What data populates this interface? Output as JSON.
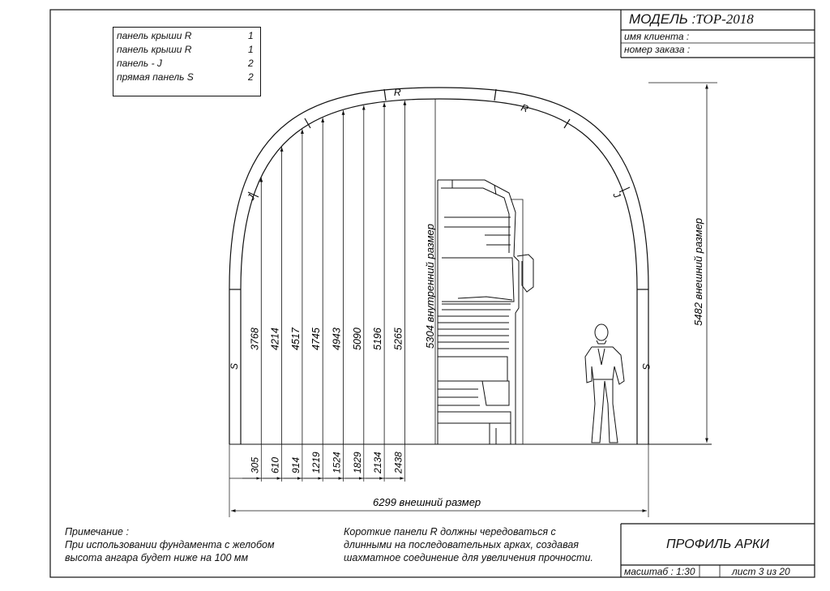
{
  "title_block": {
    "model_label": "МОДЕЛЬ :",
    "model_value": "TOP-2018",
    "client_label": "имя клиента :",
    "order_label": "номер заказа :",
    "drawing_title": "ПРОФИЛЬ АРКИ",
    "scale_label": "масштаб : 1:30",
    "sheet_label": "лист 3 из 20"
  },
  "legend": [
    {
      "name": "панель крыши R",
      "qty": "1"
    },
    {
      "name": "панель крыши R",
      "qty": "1"
    },
    {
      "name": "панель - J",
      "qty": "2"
    },
    {
      "name": "прямая панель S",
      "qty": "2"
    }
  ],
  "panel_labels": {
    "roof": "R",
    "roof2": "R",
    "j_left": "J",
    "j_right": "J",
    "s_left": "S",
    "s_right": "S"
  },
  "dimensions": {
    "heights": [
      "3768",
      "4214",
      "4517",
      "4745",
      "4943",
      "5090",
      "5196",
      "5265"
    ],
    "offsets": [
      "305",
      "610",
      "914",
      "1219",
      "1524",
      "1829",
      "2134",
      "2438"
    ],
    "inner_height": "5304 внутренний размер",
    "outer_height": "5482 внешний размер",
    "outer_width": "6299 внешний размер"
  },
  "notes": {
    "note_title": "Примечание :",
    "note_line1": "При использовании фундамента с желобом",
    "note_line2": "высота ангара будет ниже на 100 мм",
    "panel_line1": "Короткие панели R должны чередоваться с",
    "panel_line2": "длинными на последовательных арках, создавая",
    "panel_line3": "шахматное соединение для увеличения прочности."
  }
}
